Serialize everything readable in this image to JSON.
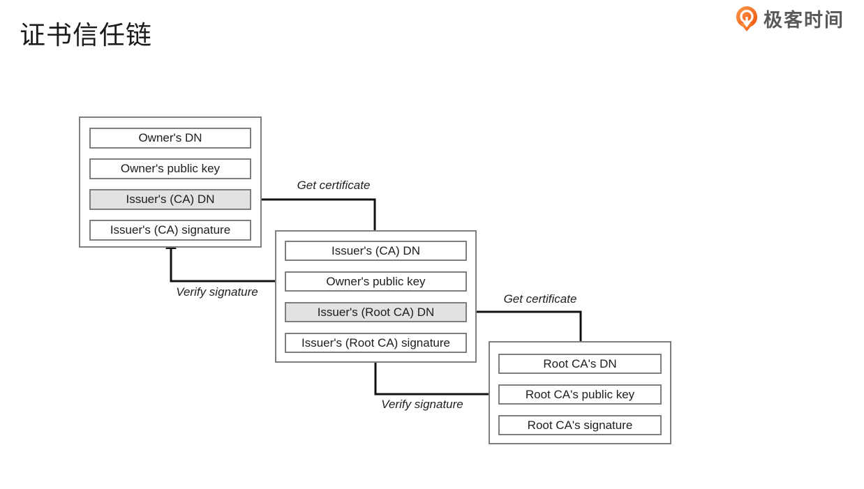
{
  "page": {
    "title": "证书信任链"
  },
  "logo": {
    "text": "极客时间",
    "icon": "geektime-pin-icon"
  },
  "colors": {
    "accent_orange": "#F3570F",
    "logo_text": "#58595B",
    "highlight_fill": "#E2E2E2",
    "box_border": "#7E7E7E",
    "arrow": "#111111"
  },
  "diagram": {
    "boxes": {
      "owner_cert": {
        "rows": [
          {
            "label": "Owner's DN",
            "highlight": false
          },
          {
            "label": "Owner's public key",
            "highlight": false
          },
          {
            "label": "Issuer's (CA) DN",
            "highlight": true
          },
          {
            "label": "Issuer's (CA) signature",
            "highlight": false
          }
        ]
      },
      "intermediate_cert": {
        "rows": [
          {
            "label": "Issuer's (CA) DN",
            "highlight": false
          },
          {
            "label": "Owner's public key",
            "highlight": false
          },
          {
            "label": "Issuer's (Root CA) DN",
            "highlight": true
          },
          {
            "label": "Issuer's (Root CA) signature",
            "highlight": false
          }
        ]
      },
      "root_cert": {
        "rows": [
          {
            "label": "Root CA's DN",
            "highlight": false
          },
          {
            "label": "Root CA's public key",
            "highlight": false
          },
          {
            "label": "Root CA's signature",
            "highlight": false
          }
        ]
      }
    },
    "arrow_labels": {
      "get_certificate_1": "Get certificate",
      "verify_signature_1": "Verify signature",
      "get_certificate_2": "Get certificate",
      "verify_signature_2": "Verify signature"
    }
  }
}
